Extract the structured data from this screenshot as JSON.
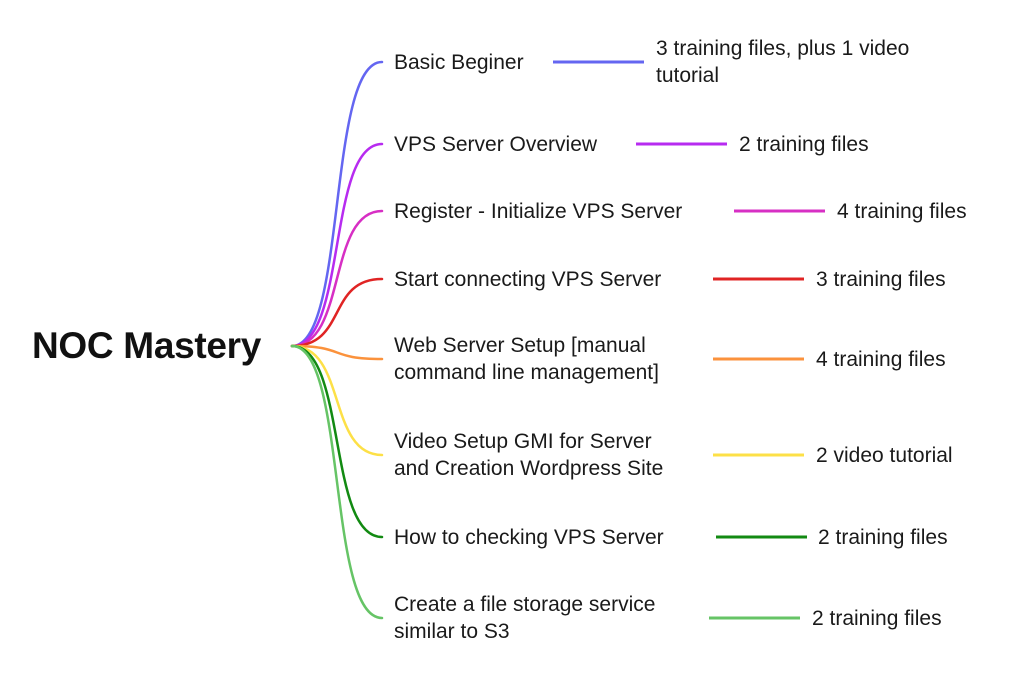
{
  "root": {
    "label": "NOC Mastery"
  },
  "branches": [
    {
      "topic": [
        "Basic Beginer"
      ],
      "detail": [
        "3 training files, plus 1 video",
        "tutorial"
      ],
      "color": "#6466f1"
    },
    {
      "topic": [
        "VPS Server Overview"
      ],
      "detail": [
        "2 training files"
      ],
      "color": "#b72bf0"
    },
    {
      "topic": [
        "Register - Initialize VPS Server"
      ],
      "detail": [
        "4 training files"
      ],
      "color": "#d72fc4"
    },
    {
      "topic": [
        "Start connecting VPS Server"
      ],
      "detail": [
        "3 training files"
      ],
      "color": "#e02424"
    },
    {
      "topic": [
        "Web Server Setup [manual",
        "command line management]"
      ],
      "detail": [
        "4 training files"
      ],
      "color": "#fb923c"
    },
    {
      "topic": [
        "Video Setup GMI for Server",
        "and Creation Wordpress Site"
      ],
      "detail": [
        "2 video tutorial"
      ],
      "color": "#fde047"
    },
    {
      "topic": [
        "How to checking VPS Server"
      ],
      "detail": [
        "2 training files"
      ],
      "color": "#128a12"
    },
    {
      "topic": [
        "Create a file storage service",
        "similar to S3"
      ],
      "detail": [
        "2 training files"
      ],
      "color": "#66c466"
    }
  ]
}
